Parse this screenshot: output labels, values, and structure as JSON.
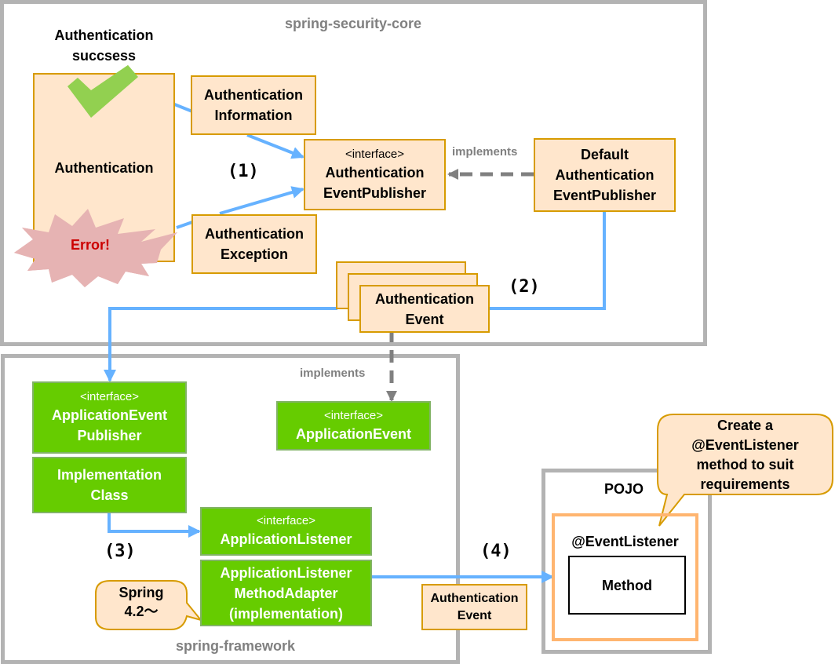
{
  "containers": {
    "security_core": "spring-security-core",
    "framework": "spring-framework",
    "pojo": "POJO"
  },
  "colors": {
    "orange_fill": "#ffe6cc",
    "orange_border": "#d79b00",
    "green_fill": "#66cc00",
    "arrow_blue": "#66b2ff",
    "dashed_gray": "#808080",
    "container_gray": "#b3b3b3",
    "error_fill": "#e6b3b3",
    "error_text": "#cc0000",
    "check_green": "#92d050",
    "listener_border": "#ffb570"
  },
  "security": {
    "success_label_1": "Authentication",
    "success_label_2": "succsess",
    "authentication": "Authentication",
    "error": "Error!",
    "auth_info_1": "Authentication",
    "auth_info_2": "Information",
    "auth_exception_1": "Authentication",
    "auth_exception_2": "Exception",
    "publisher_stereotype": "<interface>",
    "publisher_1": "Authentication",
    "publisher_2": "EventPublisher",
    "implements": "implements",
    "default_publisher_1": "Default",
    "default_publisher_2": "Authentication",
    "default_publisher_3": "EventPublisher",
    "event_1": "Authentication",
    "event_2": "Event"
  },
  "steps": {
    "s1": "(1)",
    "s2": "(2)",
    "s3": "(3)",
    "s4": "(4)"
  },
  "framework": {
    "implements": "implements",
    "app_event_publisher_stereotype": "<interface>",
    "app_event_publisher_1": "ApplicationEvent",
    "app_event_publisher_2": "Publisher",
    "impl_class_1": "Implementation",
    "impl_class_2": "Class",
    "app_event_stereotype": "<interface>",
    "app_event": "ApplicationEvent",
    "app_listener_stereotype": "<interface>",
    "app_listener": "ApplicationListener",
    "adapter_1": "ApplicationListener",
    "adapter_2": "MethodAdapter",
    "adapter_3": "(implementation)",
    "spring_note_1": "Spring",
    "spring_note_2": "4.2〜"
  },
  "pojo": {
    "event_listener": "@EventListener",
    "method": "Method",
    "event_label_1": "Authentication",
    "event_label_2": "Event",
    "callout_1": "Create a",
    "callout_2": "@EventListener",
    "callout_3": "method to suit",
    "callout_4": "requirements"
  }
}
